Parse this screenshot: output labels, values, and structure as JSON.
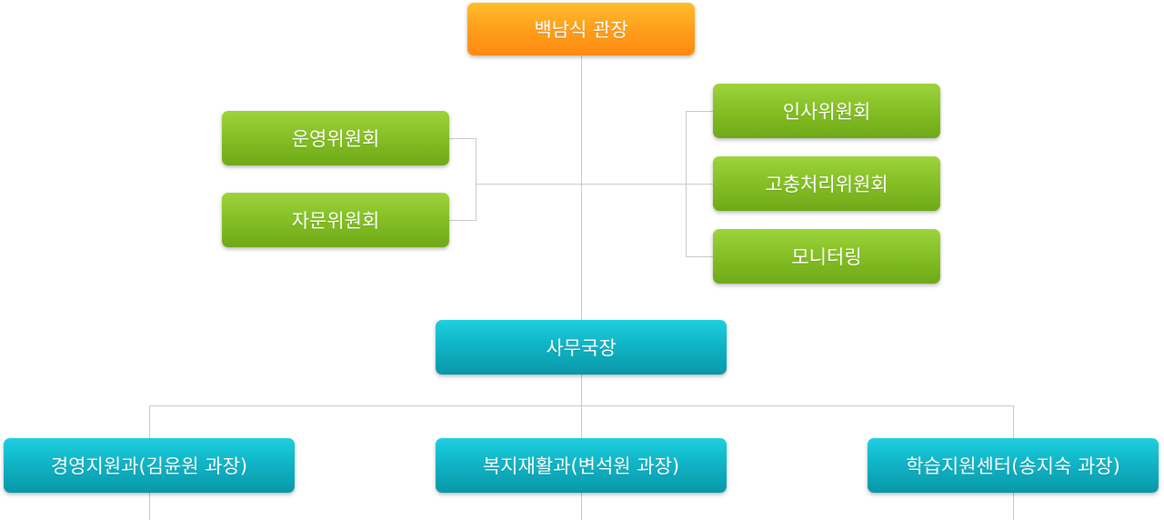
{
  "director": {
    "label": "백남식 관장"
  },
  "committees_left": [
    {
      "label": "운영위원회"
    },
    {
      "label": "자문위원회"
    }
  ],
  "committees_right": [
    {
      "label": "인사위원회"
    },
    {
      "label": "고충처리위원회"
    },
    {
      "label": "모니터링"
    }
  ],
  "secretary_general": {
    "label": "사무국장"
  },
  "departments": [
    {
      "label": "경영지원과(김윤원 과장)"
    },
    {
      "label": "복지재활과(변석원 과장)"
    },
    {
      "label": "학습지원센터(송지숙 과장)"
    }
  ],
  "colors": {
    "director": "#ff9f1c",
    "committee": "#84bf24",
    "staff": "#0fb2c4",
    "connector": "#c8c8c8"
  }
}
